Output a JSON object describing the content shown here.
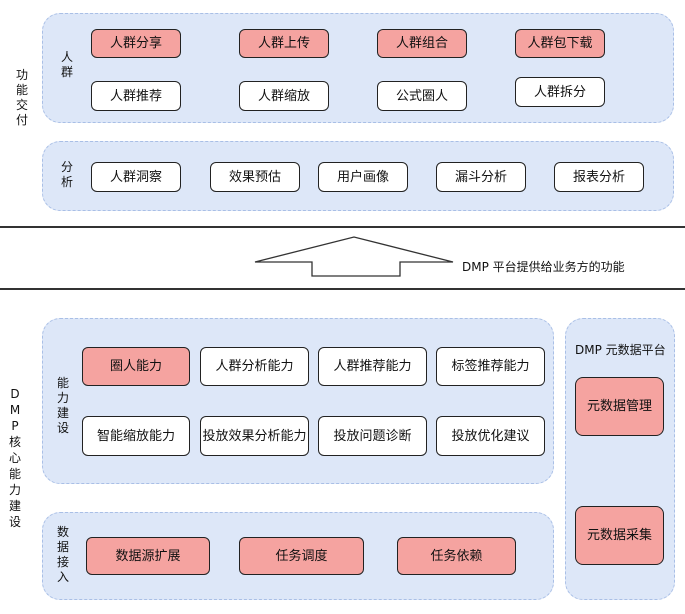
{
  "top": {
    "side_label": "功能交付",
    "crowd": {
      "label": "人群",
      "row1": [
        "人群分享",
        "人群上传",
        "人群组合",
        "人群包下载"
      ],
      "row2": [
        "人群推荐",
        "人群缩放",
        "公式圈人",
        "人群拆分"
      ]
    },
    "analysis": {
      "label": "分析",
      "items": [
        "人群洞察",
        "效果预估",
        "用户画像",
        "漏斗分析",
        "报表分析"
      ]
    }
  },
  "middle": {
    "arrow_caption": "DMP 平台提供给业务方的功能"
  },
  "bottom": {
    "side_label": "DMP核心能力建设",
    "capability": {
      "label": "能力建设",
      "row1": [
        "圈人能力",
        "人群分析能力",
        "人群推荐能力",
        "标签推荐能力"
      ],
      "row2": [
        "智能缩放能力",
        "投放效果分析能力",
        "投放问题诊断",
        "投放优化建议"
      ]
    },
    "ingest": {
      "label": "数据接入",
      "items": [
        "数据源扩展",
        "任务调度",
        "任务依赖"
      ]
    },
    "meta": {
      "title": "DMP 元数据平台",
      "items": [
        "元数据管理",
        "元数据采集"
      ]
    }
  },
  "colors": {
    "panel_bg": "#dde7f8",
    "highlight": "#f5a3a0",
    "plain": "#ffffff"
  }
}
